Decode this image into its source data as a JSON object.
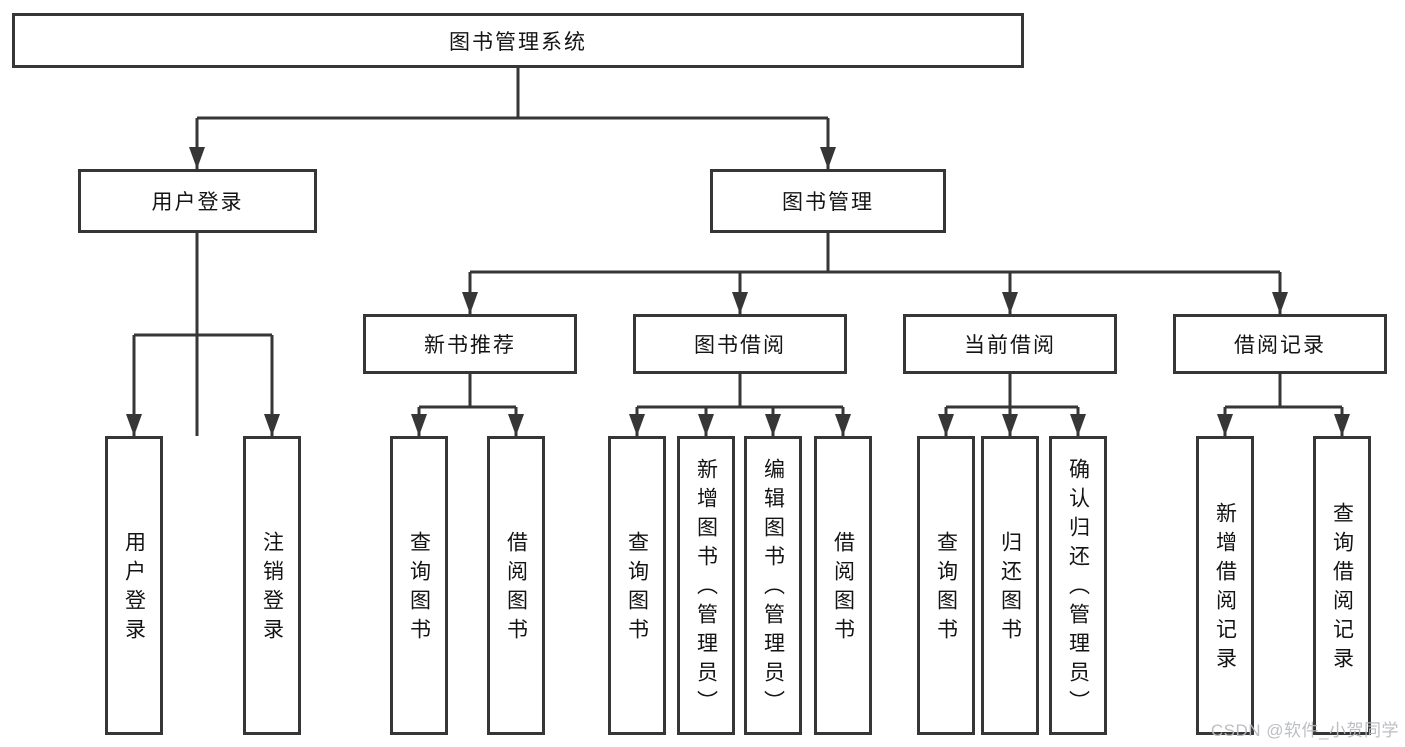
{
  "page": {
    "background_color": "#ffffff",
    "line_color": "#363636",
    "text_color": "#141414",
    "watermark_color": "#b8bbbf"
  },
  "tree": {
    "root": "图书管理系统",
    "level2": {
      "user_login": "用户登录",
      "book_mgmt": "图书管理"
    },
    "level3": {
      "new_book_rec": "新书推荐",
      "book_borrow": "图书借阅",
      "current_borrow": "当前借阅",
      "borrow_records": "借阅记录"
    },
    "leaves": {
      "user_login": "用户登录",
      "logout": "注销登录",
      "rec_query_book": "查询图书",
      "rec_borrow_book": "借阅图书",
      "bb_query_book": "查询图书",
      "bb_add_book": "新增图书（管理员）",
      "bb_edit_book": "编辑图书（管理员）",
      "bb_borrow_book": "借阅图书",
      "cb_query_book": "查询图书",
      "cb_return_book": "归还图书",
      "cb_confirm_return": "确认归还（管理员）",
      "br_add_record": "新增借阅记录",
      "br_query_record": "查询借阅记录"
    }
  },
  "watermark": "CSDN @软件_小贺同学"
}
